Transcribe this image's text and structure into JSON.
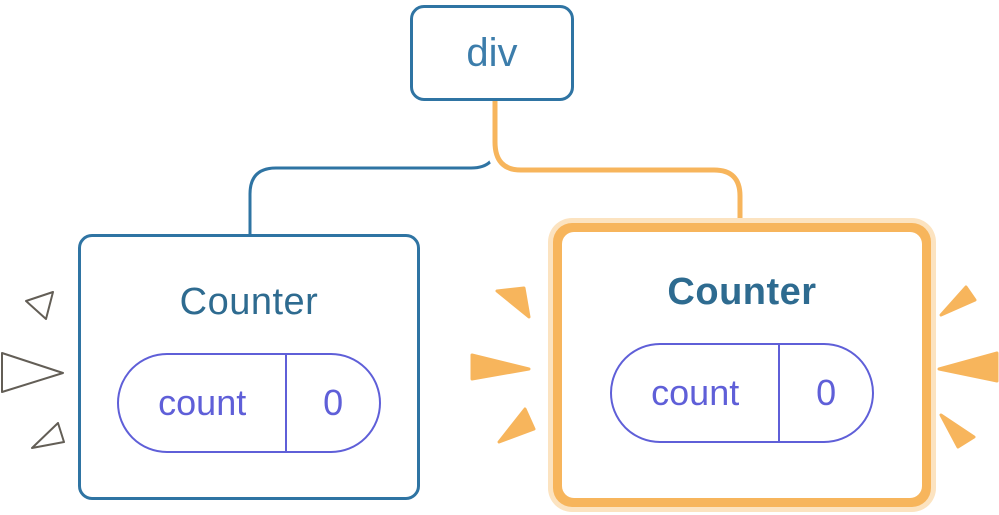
{
  "colors": {
    "blue": "#2f74a3",
    "blueText": "#3c7dab",
    "titleBlue": "#2e6b90",
    "purple": "#5f5fd8",
    "orange": "#f7b55c",
    "paleOrange": "#fce3c0",
    "sparkOutline": "#5b564e"
  },
  "tree": {
    "root": {
      "label": "div"
    },
    "children": [
      {
        "title": "Counter",
        "highlighted": false,
        "state": {
          "key": "count",
          "value": "0"
        }
      },
      {
        "title": "Counter",
        "highlighted": true,
        "state": {
          "key": "count",
          "value": "0"
        }
      }
    ]
  }
}
